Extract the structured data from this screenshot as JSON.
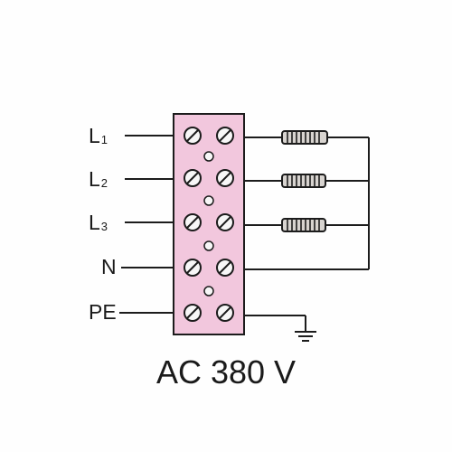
{
  "terminals": [
    {
      "letter": "L",
      "sub": "1"
    },
    {
      "letter": "L",
      "sub": "2"
    },
    {
      "letter": "L",
      "sub": "3"
    },
    {
      "letter": "N",
      "sub": ""
    },
    {
      "letter": "PE",
      "sub": ""
    }
  ],
  "voltage": "AC 380 V",
  "colors": {
    "terminal_block": "#f2c7dd",
    "line": "#1c1c1c",
    "resistor": "#d8d4d0"
  }
}
